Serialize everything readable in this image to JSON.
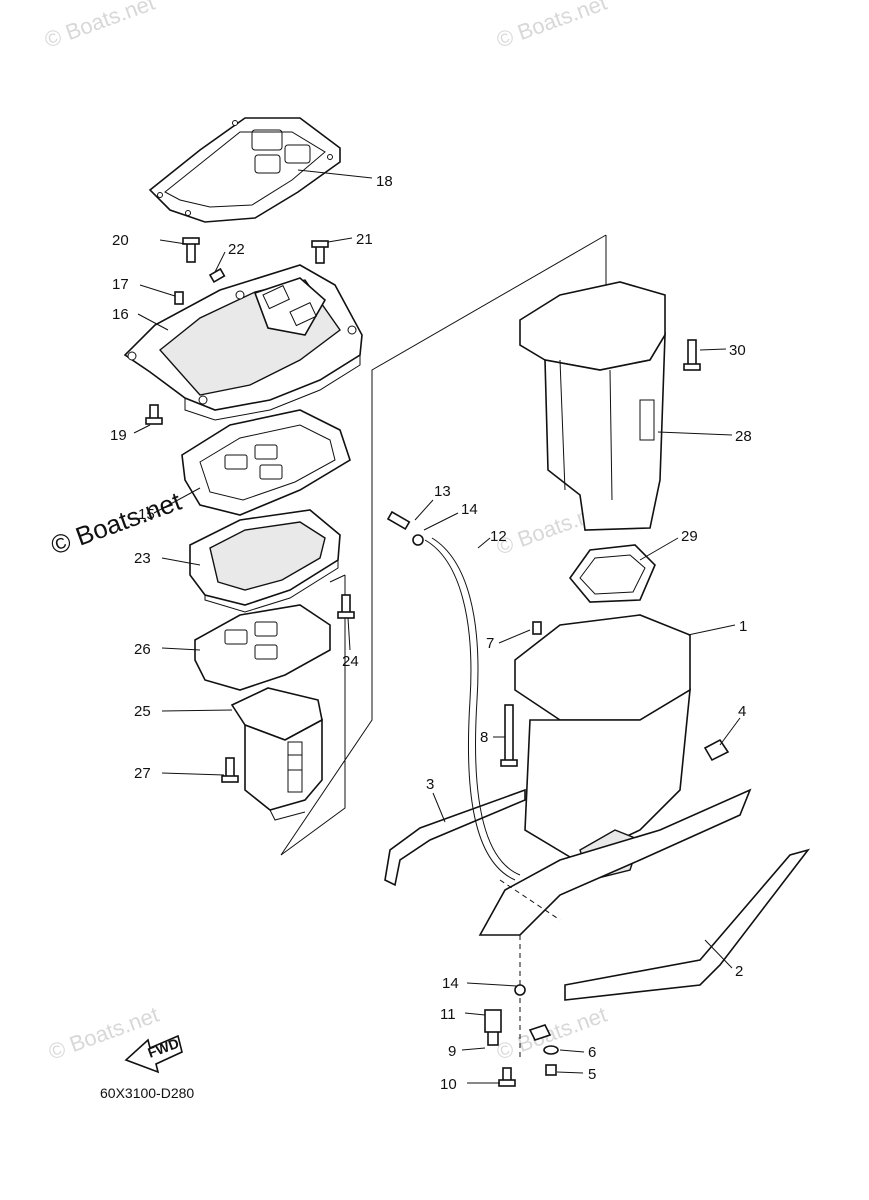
{
  "diagram": {
    "code": "60X3100-D280",
    "fwd_label": "FWD",
    "watermark": "© Boats.net",
    "callouts": {
      "c1": "1",
      "c2": "2",
      "c3": "3",
      "c4": "4",
      "c5": "5",
      "c6": "6",
      "c7": "7",
      "c8": "8",
      "c9": "9",
      "c10": "10",
      "c11": "11",
      "c12": "12",
      "c13": "13",
      "c14a": "14",
      "c14b": "14",
      "c15": "15",
      "c16": "16",
      "c17": "17",
      "c18": "18",
      "c19": "19",
      "c20": "20",
      "c21": "21",
      "c22": "22",
      "c23": "23",
      "c24": "24",
      "c25": "25",
      "c26": "26",
      "c27": "27",
      "c28": "28",
      "c29": "29",
      "c30": "30"
    }
  }
}
